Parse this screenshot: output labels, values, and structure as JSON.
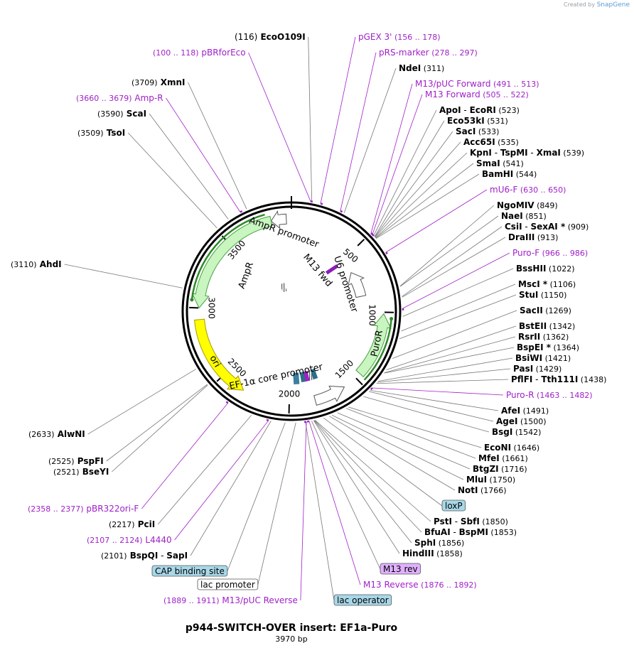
{
  "credit": {
    "prefix": "Created by",
    "brand": "SnapGene"
  },
  "title": "p944-SWITCH-OVER insert: EF1a-Puro",
  "size": "3970 bp",
  "total_bp": 3970,
  "colors": {
    "primer": "#a020c8",
    "feature_green": "#c8f5c0",
    "ori": "#ffff00",
    "misc": "#a8d8e8",
    "rev": "#e0b0ff"
  },
  "ticks": [
    {
      "pos": 0,
      "label": ""
    },
    {
      "pos": 500,
      "label": "500"
    },
    {
      "pos": 1000,
      "label": "1000"
    },
    {
      "pos": 1500,
      "label": "1500"
    },
    {
      "pos": 2000,
      "label": "2000"
    },
    {
      "pos": 2500,
      "label": "2500"
    },
    {
      "pos": 3000,
      "label": "3000"
    },
    {
      "pos": 3500,
      "label": "3500"
    }
  ],
  "features": [
    {
      "name": "AmpR promoter",
      "start": 3830,
      "end": 3935,
      "dir": -1,
      "type": "outline"
    },
    {
      "name": "AmpR",
      "start": 3000,
      "end": 3830,
      "dir": -1,
      "type": "green"
    },
    {
      "name": "ori",
      "start": 2330,
      "end": 2920,
      "dir": -1,
      "type": "yellow"
    },
    {
      "name": "U6 promoter",
      "start": 630,
      "end": 860,
      "dir": -1,
      "type": "outline"
    },
    {
      "name": "PuroR",
      "start": 1010,
      "end": 1460,
      "dir": -1,
      "type": "green"
    },
    {
      "name": "EF-1α core promoter",
      "start": 1600,
      "end": 1820,
      "dir": -1,
      "type": "outline"
    }
  ],
  "inner_labels": [
    {
      "text": "AmpR promoter"
    },
    {
      "text": "AmpR"
    },
    {
      "text": "ori"
    },
    {
      "text": "EF-1α core promoter"
    },
    {
      "text": "PuroR"
    },
    {
      "text": "U6 promoter"
    },
    {
      "text": "M13 fwd"
    }
  ],
  "labels": [
    {
      "parts": [
        [
          "(116)",
          "n"
        ],
        [
          "  EcoO109I",
          "b"
        ]
      ],
      "color": "black",
      "pos": 116
    },
    {
      "parts": [
        [
          "pGEX 3'",
          "n"
        ],
        [
          "    (156 .. 178)",
          "s"
        ]
      ],
      "color": "primer",
      "pos": 167
    },
    {
      "parts": [
        [
          "(100 .. 118)",
          "s"
        ],
        [
          "  pBRforEco",
          "n"
        ]
      ],
      "color": "primer",
      "pos": 109
    },
    {
      "parts": [
        [
          "pRS-marker",
          "n"
        ],
        [
          "    (278 .. 297)",
          "s"
        ]
      ],
      "color": "primer",
      "pos": 287
    },
    {
      "parts": [
        [
          "NdeI",
          "b"
        ],
        [
          "    (311)",
          "s"
        ]
      ],
      "color": "black",
      "pos": 311
    },
    {
      "parts": [
        [
          "M13/pUC Forward",
          "n"
        ],
        [
          "    (491 .. 513)",
          "s"
        ]
      ],
      "color": "primer",
      "pos": 502
    },
    {
      "parts": [
        [
          "M13 Forward",
          "n"
        ],
        [
          "    (505 .. 522)",
          "s"
        ]
      ],
      "color": "primer",
      "pos": 513
    },
    {
      "parts": [
        [
          "ApoI",
          "b"
        ],
        [
          "  -  ",
          "n"
        ],
        [
          "EcoRI",
          "b"
        ],
        [
          "    (523)",
          "s"
        ]
      ],
      "color": "black",
      "pos": 523
    },
    {
      "parts": [
        [
          "Eco53kI",
          "b"
        ],
        [
          "    (531)",
          "s"
        ]
      ],
      "color": "black",
      "pos": 531
    },
    {
      "parts": [
        [
          "SacI",
          "b"
        ],
        [
          "    (533)",
          "s"
        ]
      ],
      "color": "black",
      "pos": 533
    },
    {
      "parts": [
        [
          "Acc65I",
          "b"
        ],
        [
          "    (535)",
          "s"
        ]
      ],
      "color": "black",
      "pos": 535
    },
    {
      "parts": [
        [
          "KpnI",
          "b"
        ],
        [
          "  -  ",
          "n"
        ],
        [
          "TspMI",
          "b"
        ],
        [
          "  -  ",
          "n"
        ],
        [
          "XmaI",
          "b"
        ],
        [
          "    (539)",
          "s"
        ]
      ],
      "color": "black",
      "pos": 539
    },
    {
      "parts": [
        [
          "SmaI",
          "b"
        ],
        [
          "    (541)",
          "s"
        ]
      ],
      "color": "black",
      "pos": 541
    },
    {
      "parts": [
        [
          "BamHI",
          "b"
        ],
        [
          "    (544)",
          "s"
        ]
      ],
      "color": "black",
      "pos": 544
    },
    {
      "parts": [
        [
          "mU6-F",
          "n"
        ],
        [
          "    (630 .. 650)",
          "s"
        ]
      ],
      "color": "primer",
      "pos": 640
    },
    {
      "parts": [
        [
          "NgoMIV",
          "b"
        ],
        [
          "    (849)",
          "s"
        ]
      ],
      "color": "black",
      "pos": 849
    },
    {
      "parts": [
        [
          "NaeI",
          "b"
        ],
        [
          "    (851)",
          "s"
        ]
      ],
      "color": "black",
      "pos": 851
    },
    {
      "parts": [
        [
          "CsiI",
          "b"
        ],
        [
          "  -  ",
          "n"
        ],
        [
          "SexAI *",
          "b"
        ],
        [
          "    (909)",
          "s"
        ]
      ],
      "color": "black",
      "pos": 909
    },
    {
      "parts": [
        [
          "DraIII",
          "b"
        ],
        [
          "    (913)",
          "s"
        ]
      ],
      "color": "black",
      "pos": 913
    },
    {
      "parts": [
        [
          "Puro-F",
          "n"
        ],
        [
          "    (966 .. 986)",
          "s"
        ]
      ],
      "color": "primer",
      "pos": 976
    },
    {
      "parts": [
        [
          "BssHII",
          "b"
        ],
        [
          "    (1022)",
          "s"
        ]
      ],
      "color": "black",
      "pos": 1022
    },
    {
      "parts": [
        [
          "MscI *",
          "b"
        ],
        [
          "    (1106)",
          "s"
        ]
      ],
      "color": "black",
      "pos": 1106
    },
    {
      "parts": [
        [
          "StuI",
          "b"
        ],
        [
          "    (1150)",
          "s"
        ]
      ],
      "color": "black",
      "pos": 1150
    },
    {
      "parts": [
        [
          "SacII",
          "b"
        ],
        [
          "    (1269)",
          "s"
        ]
      ],
      "color": "black",
      "pos": 1269
    },
    {
      "parts": [
        [
          "BstEII",
          "b"
        ],
        [
          "    (1342)",
          "s"
        ]
      ],
      "color": "black",
      "pos": 1342
    },
    {
      "parts": [
        [
          "RsrII",
          "b"
        ],
        [
          "    (1362)",
          "s"
        ]
      ],
      "color": "black",
      "pos": 1362
    },
    {
      "parts": [
        [
          "BspEI *",
          "b"
        ],
        [
          "    (1364)",
          "s"
        ]
      ],
      "color": "black",
      "pos": 1364
    },
    {
      "parts": [
        [
          "BsiWI",
          "b"
        ],
        [
          "    (1421)",
          "s"
        ]
      ],
      "color": "black",
      "pos": 1421
    },
    {
      "parts": [
        [
          "PasI",
          "b"
        ],
        [
          "    (1429)",
          "s"
        ]
      ],
      "color": "black",
      "pos": 1429
    },
    {
      "parts": [
        [
          "PflFI",
          "b"
        ],
        [
          "  -  ",
          "n"
        ],
        [
          "Tth111I",
          "b"
        ],
        [
          "    (1438)",
          "s"
        ]
      ],
      "color": "black",
      "pos": 1438
    },
    {
      "parts": [
        [
          "Puro-R",
          "n"
        ],
        [
          "    (1463 .. 1482)",
          "s"
        ]
      ],
      "color": "primer",
      "pos": 1472
    },
    {
      "parts": [
        [
          "AfeI",
          "b"
        ],
        [
          "    (1491)",
          "s"
        ]
      ],
      "color": "black",
      "pos": 1491
    },
    {
      "parts": [
        [
          "AgeI",
          "b"
        ],
        [
          "    (1500)",
          "s"
        ]
      ],
      "color": "black",
      "pos": 1500
    },
    {
      "parts": [
        [
          "BsgI",
          "b"
        ],
        [
          "    (1542)",
          "s"
        ]
      ],
      "color": "black",
      "pos": 1542
    },
    {
      "parts": [
        [
          "EcoNI",
          "b"
        ],
        [
          "    (1646)",
          "s"
        ]
      ],
      "color": "black",
      "pos": 1646
    },
    {
      "parts": [
        [
          "MfeI",
          "b"
        ],
        [
          "    (1661)",
          "s"
        ]
      ],
      "color": "black",
      "pos": 1661
    },
    {
      "parts": [
        [
          "BtgZI",
          "b"
        ],
        [
          "    (1716)",
          "s"
        ]
      ],
      "color": "black",
      "pos": 1716
    },
    {
      "parts": [
        [
          "MluI",
          "b"
        ],
        [
          "    (1750)",
          "s"
        ]
      ],
      "color": "black",
      "pos": 1750
    },
    {
      "parts": [
        [
          "NotI",
          "b"
        ],
        [
          "    (1766)",
          "s"
        ]
      ],
      "color": "black",
      "pos": 1766
    },
    {
      "parts": [
        [
          "loxP",
          "n"
        ]
      ],
      "color": "box_misc",
      "pos": 1800
    },
    {
      "parts": [
        [
          "PstI",
          "b"
        ],
        [
          "  -  ",
          "n"
        ],
        [
          "SbfI",
          "b"
        ],
        [
          "    (1850)",
          "s"
        ]
      ],
      "color": "black",
      "pos": 1850
    },
    {
      "parts": [
        [
          "BfuAI",
          "b"
        ],
        [
          "  -  ",
          "n"
        ],
        [
          "BspMI",
          "b"
        ],
        [
          "    (1853)",
          "s"
        ]
      ],
      "color": "black",
      "pos": 1853
    },
    {
      "parts": [
        [
          "SphI",
          "b"
        ],
        [
          "    (1856)",
          "s"
        ]
      ],
      "color": "black",
      "pos": 1856
    },
    {
      "parts": [
        [
          "HindIII",
          "b"
        ],
        [
          "    (1858)",
          "s"
        ]
      ],
      "color": "black",
      "pos": 1858
    },
    {
      "parts": [
        [
          "M13 rev",
          "n"
        ]
      ],
      "color": "box_rev",
      "pos": 1870
    },
    {
      "parts": [
        [
          "M13 Reverse",
          "n"
        ],
        [
          "    (1876 .. 1892)",
          "s"
        ]
      ],
      "color": "primer",
      "pos": 1884
    },
    {
      "parts": [
        [
          "lac operator",
          "n"
        ]
      ],
      "color": "box_misc",
      "pos": 1905
    },
    {
      "parts": [
        [
          "(1889 .. 1911)",
          "s"
        ],
        [
          "  M13/pUC Reverse",
          "n"
        ]
      ],
      "color": "primer",
      "pos": 1900
    },
    {
      "parts": [
        [
          "lac promoter",
          "n"
        ]
      ],
      "color": "box_white",
      "pos": 1960
    },
    {
      "parts": [
        [
          "CAP binding site",
          "n"
        ]
      ],
      "color": "box_misc",
      "pos": 2020
    },
    {
      "parts": [
        [
          "(2101)",
          "s"
        ],
        [
          "  BspQI",
          "b"
        ],
        [
          "  -  ",
          "n"
        ],
        [
          "SapI",
          "b"
        ]
      ],
      "color": "black",
      "pos": 2101
    },
    {
      "parts": [
        [
          "(2107 .. 2124)",
          "s"
        ],
        [
          "  L4440",
          "n"
        ]
      ],
      "color": "primer",
      "pos": 2115
    },
    {
      "parts": [
        [
          "(2217)",
          "s"
        ],
        [
          "  PciI",
          "b"
        ]
      ],
      "color": "black",
      "pos": 2217
    },
    {
      "parts": [
        [
          "(2358 .. 2377)",
          "s"
        ],
        [
          "  pBR322ori-F",
          "n"
        ]
      ],
      "color": "primer",
      "pos": 2367
    },
    {
      "parts": [
        [
          "(2521)",
          "s"
        ],
        [
          "  BseYI",
          "b"
        ]
      ],
      "color": "black",
      "pos": 2521
    },
    {
      "parts": [
        [
          "(2525)",
          "s"
        ],
        [
          "  PspFI",
          "b"
        ]
      ],
      "color": "black",
      "pos": 2525
    },
    {
      "parts": [
        [
          "(2633)",
          "s"
        ],
        [
          "  AlwNI",
          "b"
        ]
      ],
      "color": "black",
      "pos": 2633
    },
    {
      "parts": [
        [
          "(3110)",
          "s"
        ],
        [
          "  AhdI",
          "b"
        ]
      ],
      "color": "black",
      "pos": 3110
    },
    {
      "parts": [
        [
          "(3509)",
          "s"
        ],
        [
          "  TsoI",
          "b"
        ]
      ],
      "color": "black",
      "pos": 3509
    },
    {
      "parts": [
        [
          "(3590)",
          "s"
        ],
        [
          "  ScaI",
          "b"
        ]
      ],
      "color": "black",
      "pos": 3590
    },
    {
      "parts": [
        [
          "(3660 .. 3679)",
          "s"
        ],
        [
          "  Amp-R",
          "n"
        ]
      ],
      "color": "primer",
      "pos": 3669
    },
    {
      "parts": [
        [
          "(3709)",
          "s"
        ],
        [
          "  XmnI",
          "b"
        ]
      ],
      "color": "black",
      "pos": 3709
    }
  ]
}
